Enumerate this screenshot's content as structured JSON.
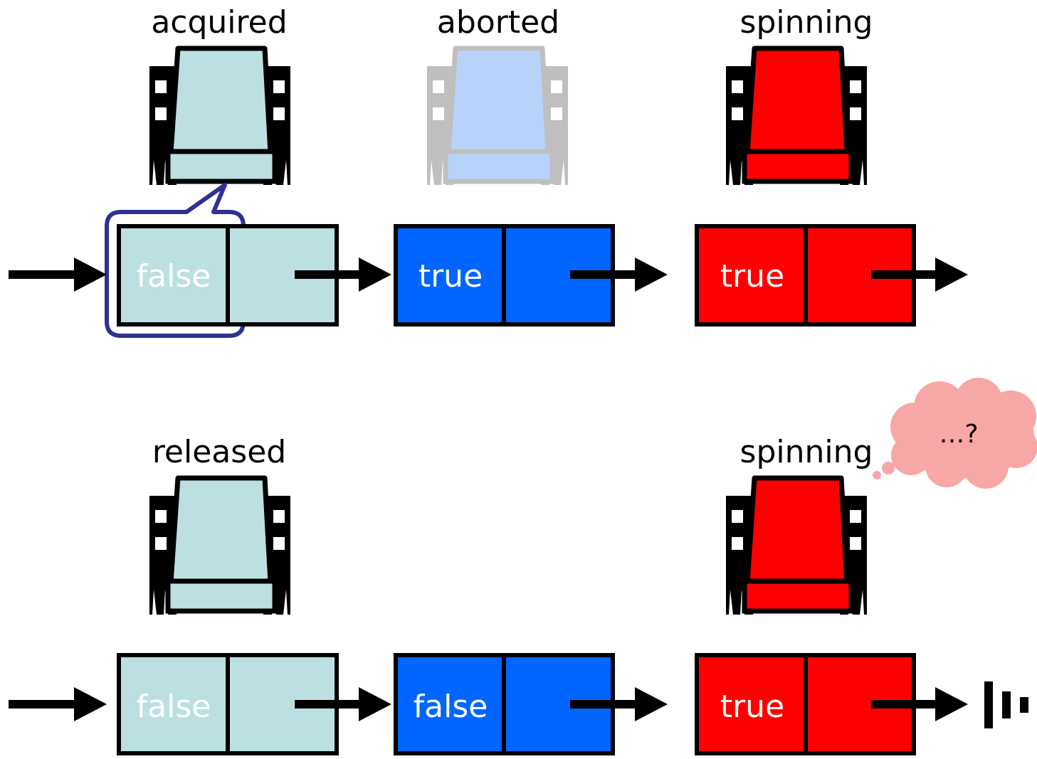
{
  "colors": {
    "acquired_fill": "#BCE0E2",
    "aborted_chair_fill": "#B8D3FB",
    "aborted_chair_stroke": "#BFBFBF",
    "aborted_node_fill": "#0066FF",
    "spinning_fill": "#FF0000",
    "stroke": "#000000",
    "callout_stroke": "#2E3192",
    "thought_fill": "#F8A7A7",
    "node_text": "#FFFFFF"
  },
  "top_row": {
    "chairs": [
      {
        "label": "acquired",
        "state": "acquired"
      },
      {
        "label": "aborted",
        "state": "aborted"
      },
      {
        "label": "spinning",
        "state": "spinning"
      }
    ],
    "nodes": [
      {
        "value": "false",
        "state": "acquired"
      },
      {
        "value": "true",
        "state": "aborted"
      },
      {
        "value": "true",
        "state": "spinning"
      }
    ]
  },
  "bottom_row": {
    "chairs": [
      {
        "label": "released",
        "state": "acquired"
      },
      {
        "label": "spinning",
        "state": "spinning"
      }
    ],
    "nodes": [
      {
        "value": "false",
        "state": "acquired"
      },
      {
        "value": "false",
        "state": "aborted"
      },
      {
        "value": "true",
        "state": "spinning"
      }
    ],
    "thought_text": "…?"
  },
  "icons": [
    "chair-icon",
    "arrow-icon",
    "ground-icon",
    "thought-bubble-icon",
    "callout-icon"
  ]
}
